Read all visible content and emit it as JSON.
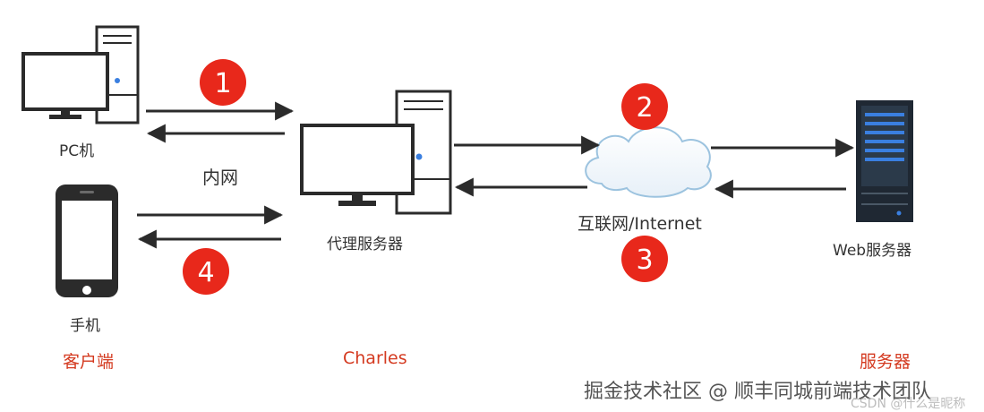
{
  "nodes": {
    "pc": "PC机",
    "phone": "手机",
    "proxy": "代理服务器",
    "internet": "互联网/Internet",
    "web_server": "Web服务器"
  },
  "link_labels": {
    "intranet": "内网"
  },
  "steps": [
    "1",
    "2",
    "3",
    "4"
  ],
  "sections": {
    "client": "客户端",
    "charles": "Charles",
    "server": "服务器"
  },
  "watermark": {
    "juejin": "掘金技术社区 @ 顺丰同城前端技术团队",
    "csdn": "CSDN @什么是昵称"
  },
  "colors": {
    "step_badge": "#e8281b",
    "section_text": "#d43a20",
    "device_outline": "#2b2b2b",
    "arrow": "#2b2b2b",
    "server_body": "#1f2833",
    "server_led": "#3a7fe0"
  }
}
